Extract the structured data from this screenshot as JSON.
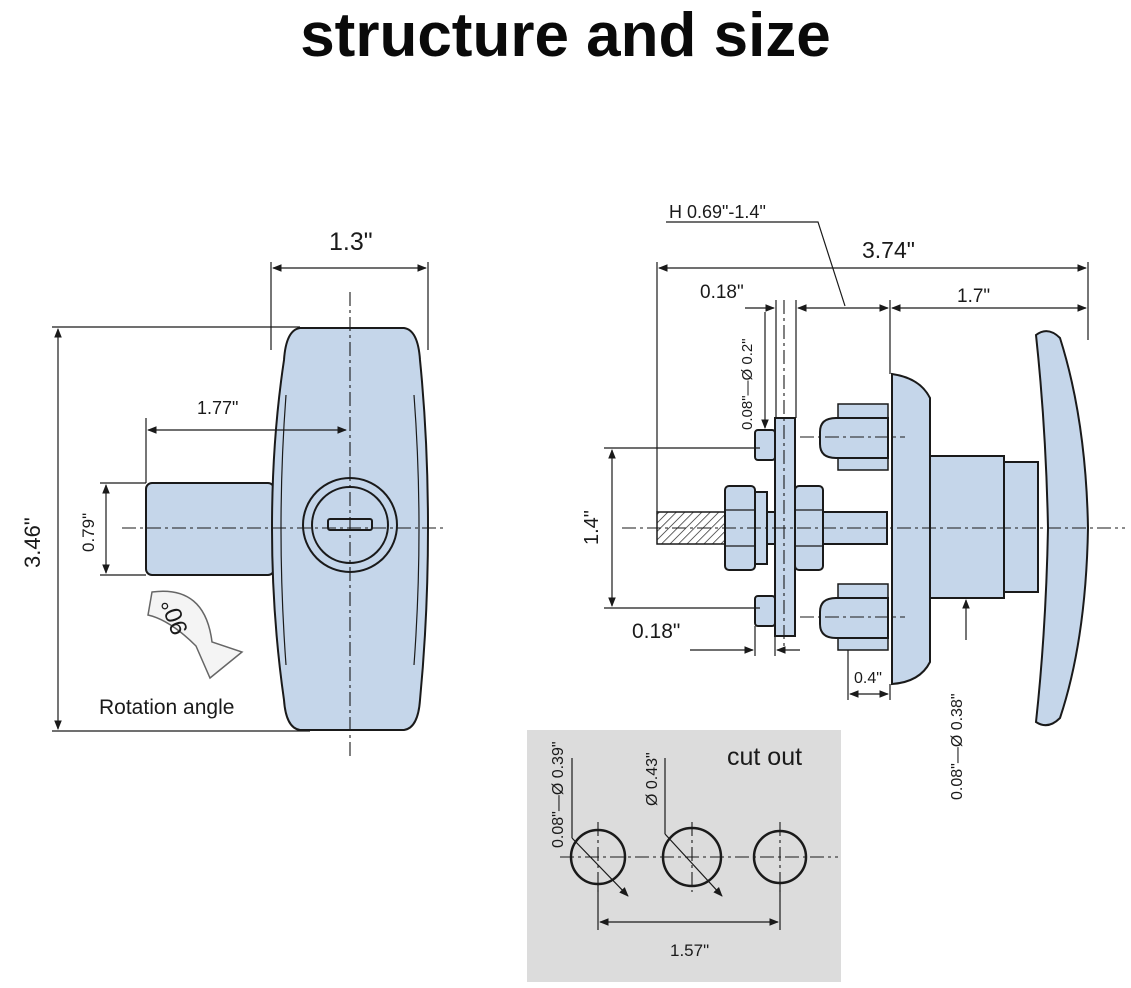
{
  "title": "structure and size",
  "front_view": {
    "width": "1.3\"",
    "height": "3.46\"",
    "shaft_offset": "1.77\"",
    "shaft_diameter": "0.79\"",
    "rotation_angle_value": "90°",
    "rotation_angle_label": "Rotation angle"
  },
  "side_view": {
    "grip_range": "H 0.69\"-1.4\"",
    "total_length": "3.74\"",
    "plate_thickness": "0.18\"",
    "handle_depth": "1.7\"",
    "screw_diameter": "0.08\"—Ø 0.2\"",
    "bolt_spacing": "1.4\"",
    "bottom_offset": "0.18\"",
    "boss_depth": "0.4\"",
    "hole_diameter": "0.08\"—Ø 0.38\""
  },
  "cut_out": {
    "label": "cut out",
    "small_hole": "0.08\"—Ø 0.39\"",
    "center_hole": "Ø 0.43\"",
    "spacing": "1.57\""
  },
  "colors": {
    "part_fill": "#c5d6ea",
    "line": "#1a1a1a",
    "panel_bg": "#dcdcdc"
  }
}
